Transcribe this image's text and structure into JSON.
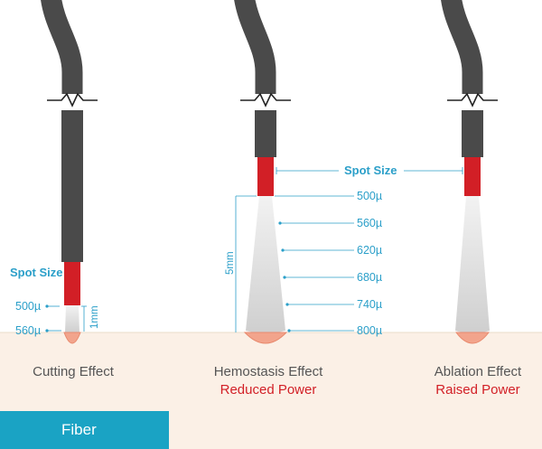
{
  "spot_size_label": "Spot Size",
  "cutting": {
    "label": "Cutting Effect",
    "dims": [
      "500µ",
      "560µ"
    ],
    "distance": "1mm"
  },
  "hemostasis": {
    "label": "Hemostasis Effect",
    "power": "Reduced Power",
    "dims": [
      "500µ",
      "560µ",
      "620µ",
      "680µ",
      "740µ",
      "800µ"
    ],
    "distance": "5mm"
  },
  "ablation": {
    "label": "Ablation Effect",
    "power": "Raised Power"
  },
  "tab": {
    "label": "Fiber"
  },
  "colors": {
    "fiber": "#4a4a4a",
    "tip": "#d21f26",
    "beam": "#d3d3d3",
    "tissue": "#fbf0e6",
    "spot": "#f2a48c",
    "accent": "#2b9fc9",
    "tab": "#1aa3c4"
  }
}
